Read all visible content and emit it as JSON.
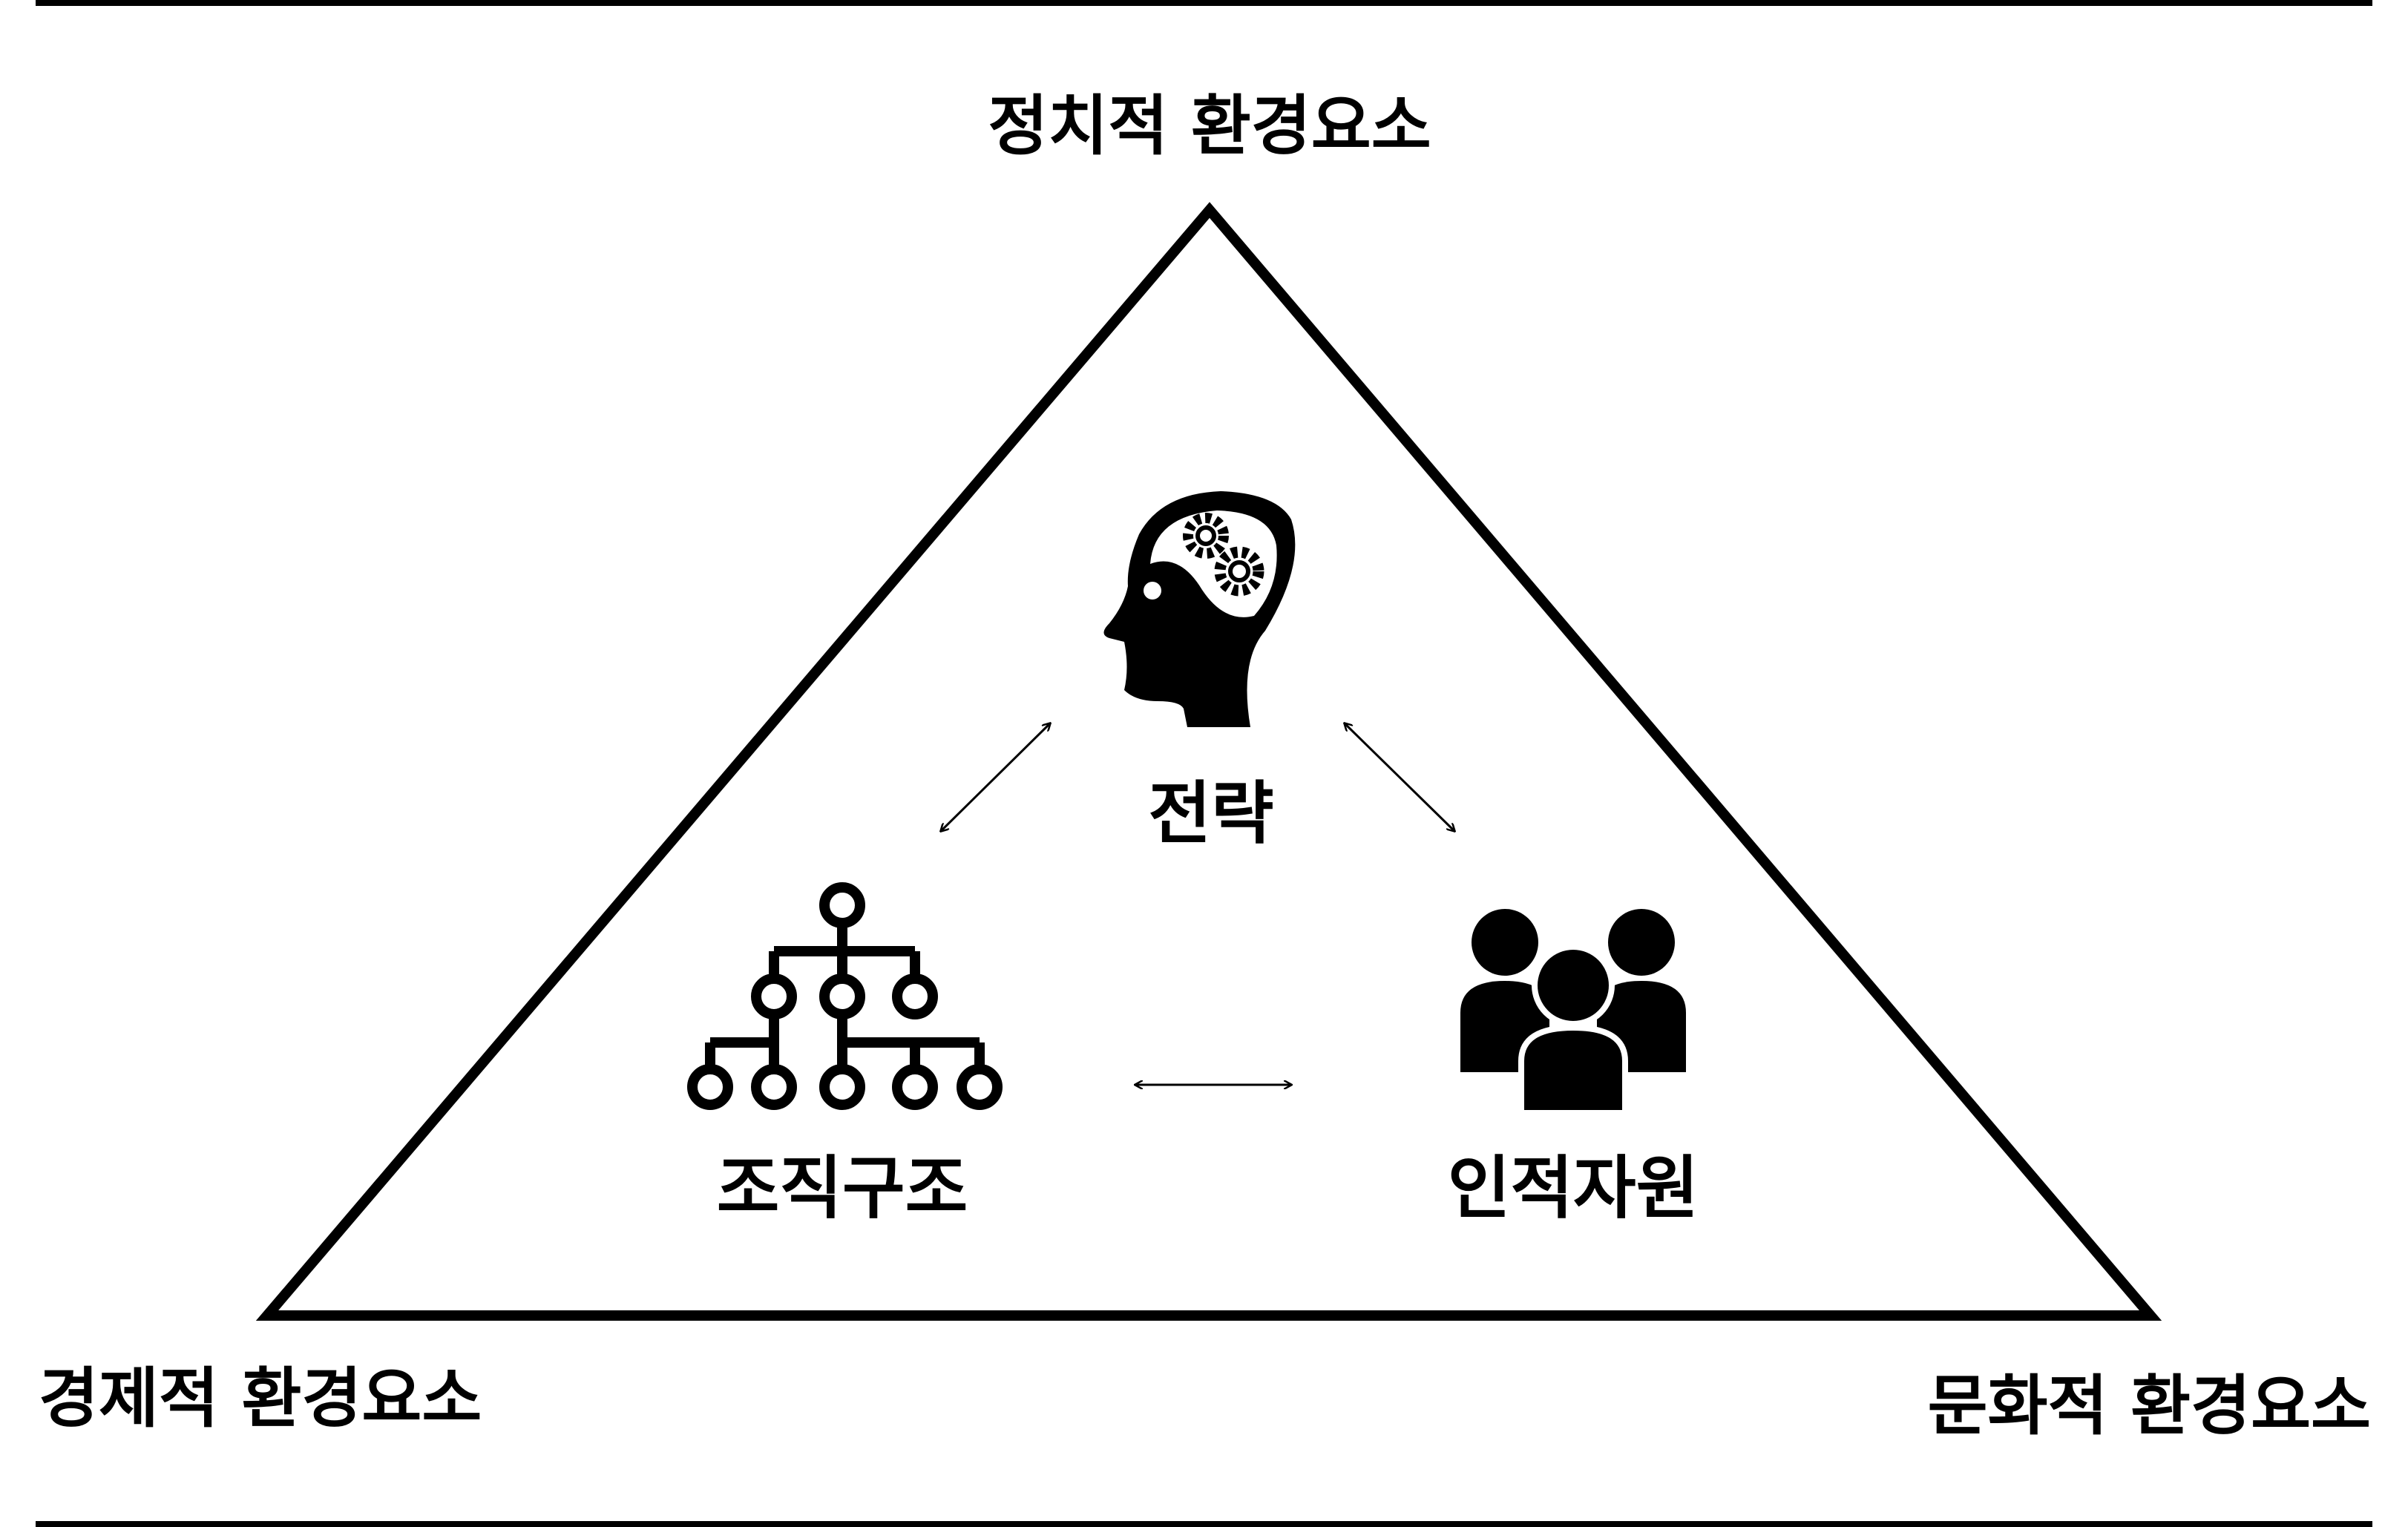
{
  "environment": {
    "top": "정치적 환경요소",
    "bottom_left": "경제적 환경요소",
    "bottom_right": "문화적 환경요소"
  },
  "nodes": {
    "strategy": {
      "label": "전략",
      "icon": "head-gears-icon"
    },
    "structure": {
      "label": "조직구조",
      "icon": "org-chart-icon"
    },
    "human_resources": {
      "label": "인적자원",
      "icon": "people-group-icon"
    }
  },
  "colors": {
    "line": "#000000",
    "background": "#ffffff"
  }
}
